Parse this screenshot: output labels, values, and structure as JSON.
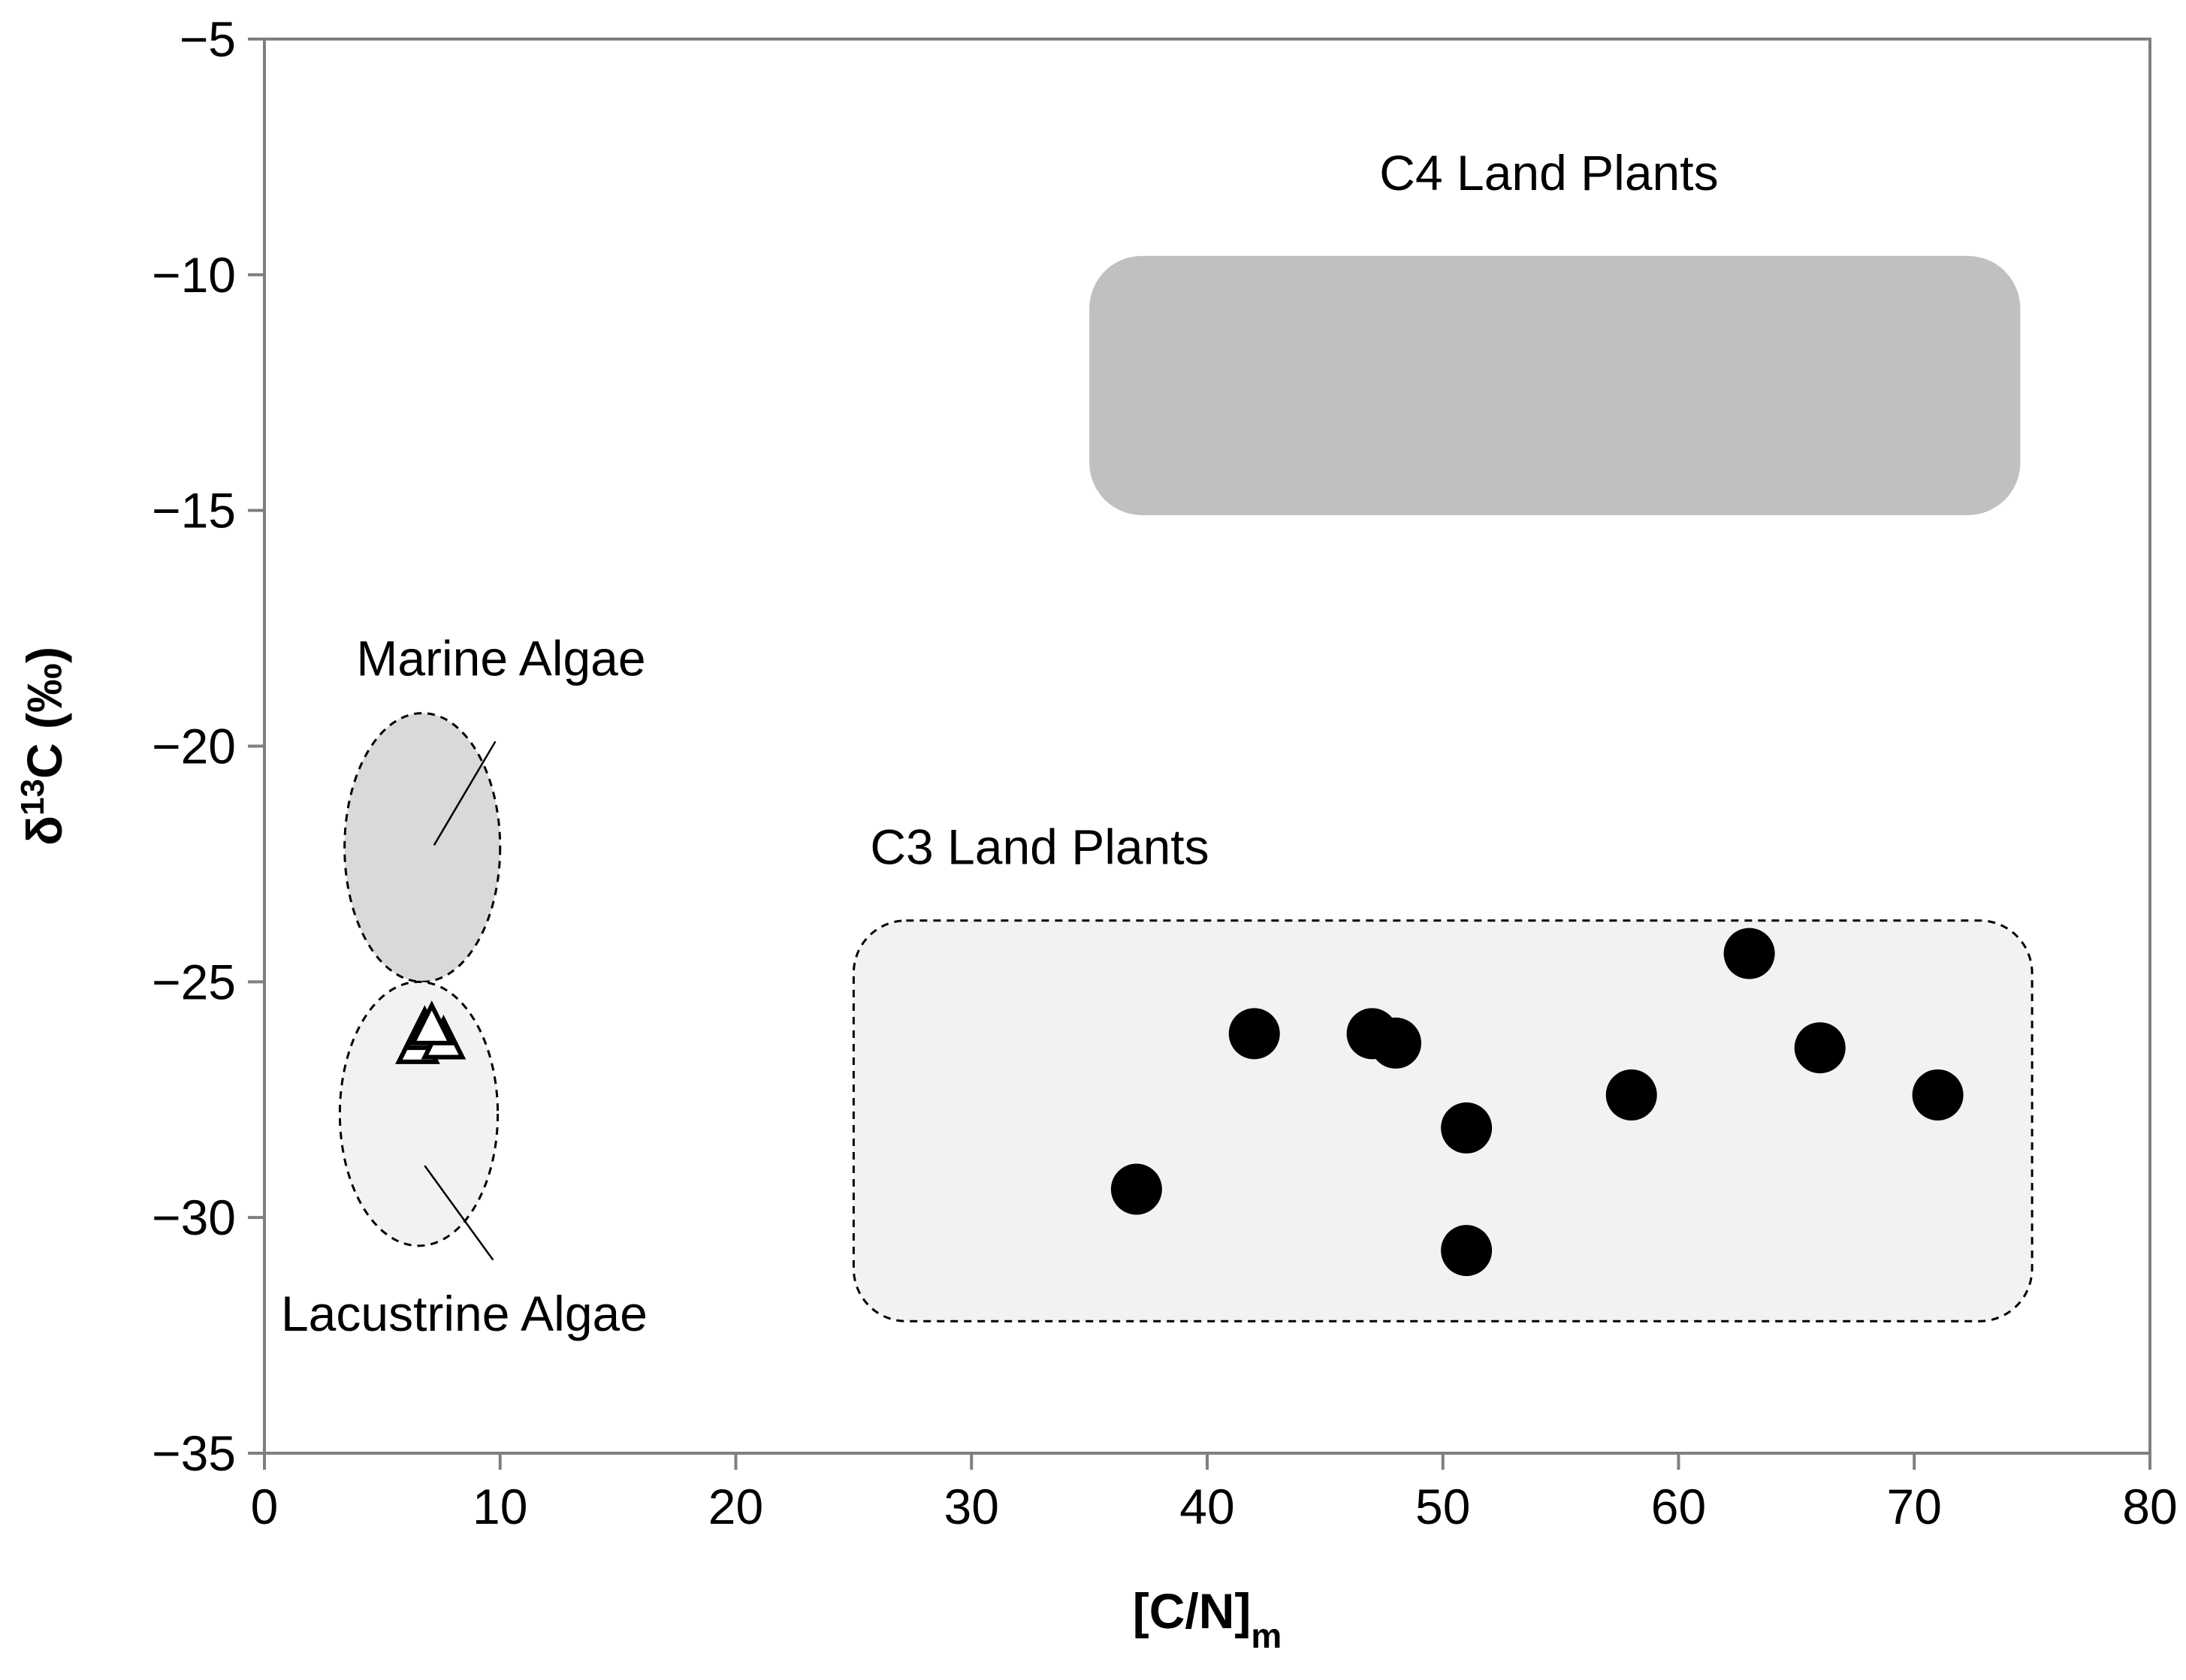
{
  "chart_data": {
    "type": "scatter",
    "xlabel": "[C/N]",
    "xlabel_sub": "m",
    "ylabel": "δ13C (‰)",
    "ylabel_parts": {
      "prefix": "δ",
      "sup": "13",
      "suffix": "C (‰)"
    },
    "xlim": [
      0,
      80
    ],
    "ylim": [
      -35,
      -5
    ],
    "x_ticks": [
      0,
      10,
      20,
      30,
      40,
      50,
      60,
      70,
      80
    ],
    "y_ticks": [
      -5,
      -10,
      -15,
      -20,
      -25,
      -30,
      -35
    ],
    "y_tick_labels": [
      "−5",
      "−10",
      "−15",
      "−20",
      "−25",
      "−30",
      "−35"
    ],
    "grid": false,
    "legend": "none",
    "regions": [
      {
        "label": "C4 Land Plants",
        "shape": "rounded-rect",
        "x": [
          35,
          74.5
        ],
        "y": [
          -15.1,
          -9.6
        ],
        "fill": "#c0c0c0",
        "border": "none"
      },
      {
        "label": "C3 Land Plants",
        "shape": "rounded-rect",
        "x": [
          25,
          75
        ],
        "y": [
          -32.2,
          -23.7
        ],
        "fill": "#f2f2f2",
        "border": "dashed"
      },
      {
        "label": "Marine Algae",
        "shape": "ellipse",
        "x": [
          3.4,
          10
        ],
        "y": [
          -25,
          -19.3
        ],
        "fill": "#d9d9d9",
        "border": "dashed"
      },
      {
        "label": "Lacustrine Algae",
        "shape": "ellipse",
        "x": [
          3.2,
          9.9
        ],
        "y": [
          -30.6,
          -25
        ],
        "fill": "#f2f2f2",
        "border": "dashed"
      }
    ],
    "series": [
      {
        "marker": "circle",
        "color": "#000000",
        "points": [
          {
            "x": 37,
            "y": -29.4
          },
          {
            "x": 42,
            "y": -26.1
          },
          {
            "x": 47,
            "y": -26.1
          },
          {
            "x": 48,
            "y": -26.3
          },
          {
            "x": 51,
            "y": -28.1
          },
          {
            "x": 51,
            "y": -30.7
          },
          {
            "x": 58,
            "y": -27.4
          },
          {
            "x": 63,
            "y": -24.4
          },
          {
            "x": 66,
            "y": -26.4
          },
          {
            "x": 71,
            "y": -27.4
          }
        ]
      },
      {
        "marker": "triangle-open",
        "color": "#000000",
        "points": [
          {
            "x": 6.5,
            "y": -26.3
          },
          {
            "x": 6.8,
            "y": -26.0
          },
          {
            "x": 7.6,
            "y": -26.2
          },
          {
            "x": 7.1,
            "y": -25.9
          }
        ]
      }
    ]
  }
}
